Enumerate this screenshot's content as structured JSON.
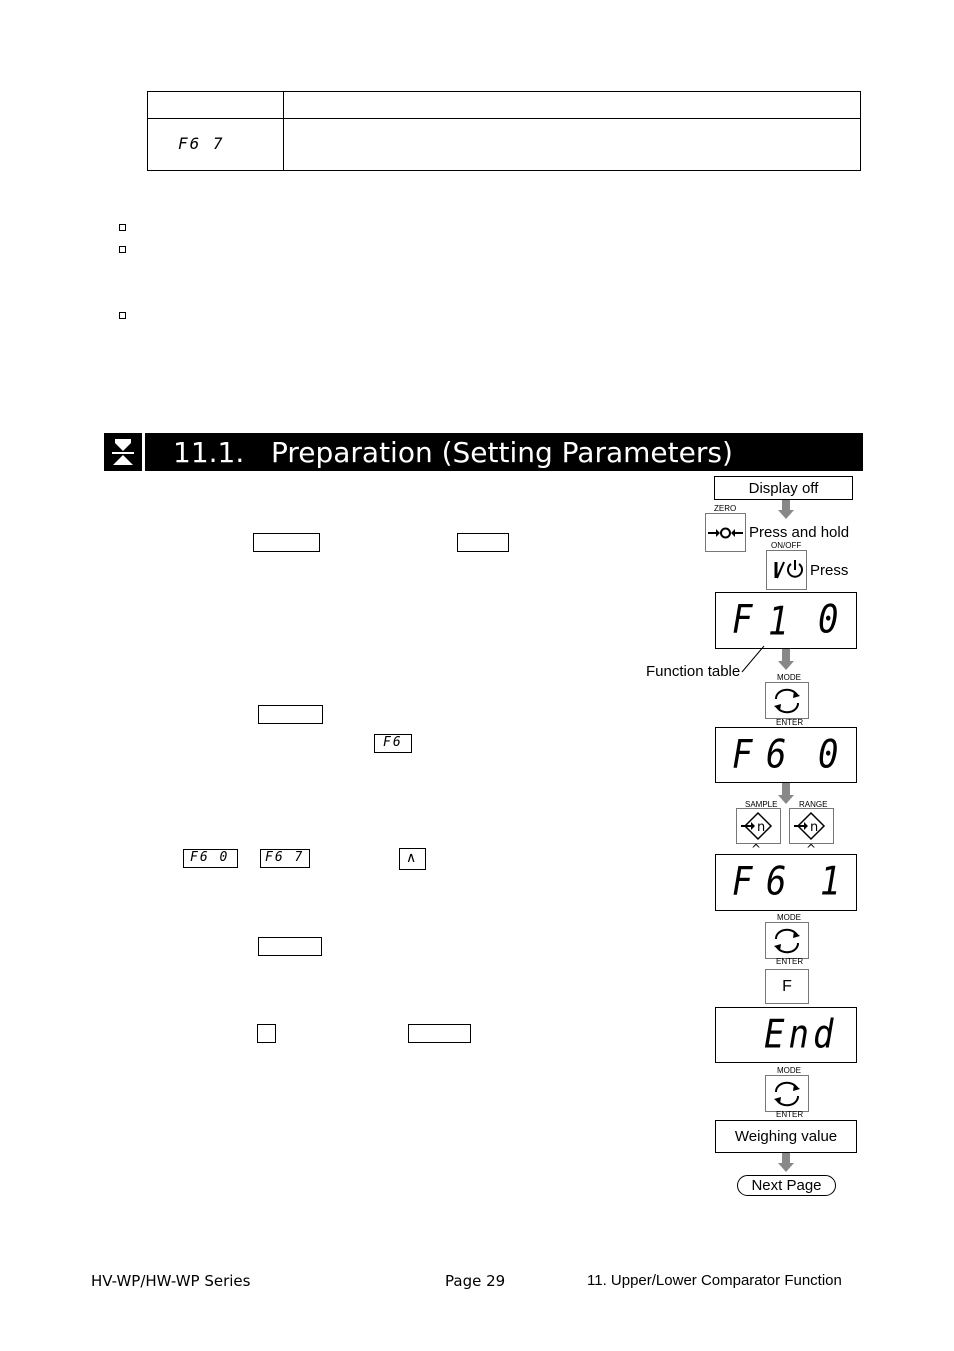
{
  "table": {
    "row1_setting": "F6 7"
  },
  "section": {
    "title": "11.1.   Preparation (Setting Parameters)"
  },
  "inline_boxes": {
    "row1_fn": "F6",
    "row2_from": "F6 0",
    "row2_to": "F6 7",
    "up_key": "∧"
  },
  "flow": {
    "display_off": "Display off",
    "zero_label": "ZERO",
    "press_and_hold": "Press and hold",
    "onoff_label": "ON/OFF",
    "press": "Press",
    "lcd1": {
      "left": "F",
      "mid": "1",
      "right": "0"
    },
    "function_table": "Function table",
    "mode_label": "MODE",
    "enter_label": "ENTER",
    "lcd2": {
      "left": "F",
      "mid": "6",
      "right": "0"
    },
    "sample_label": "SAMPLE",
    "range_label": "RANGE",
    "lcd3": {
      "left": "F",
      "mid": "6",
      "right": "1"
    },
    "f_key": "F",
    "lcd4": "End",
    "weighing_value": "Weighing value",
    "next_page": "Next Page"
  },
  "footer": {
    "series": "HV-WP/HW-WP Series",
    "page": "Page 29",
    "chapter": "11. Upper/Lower Comparator Function"
  }
}
